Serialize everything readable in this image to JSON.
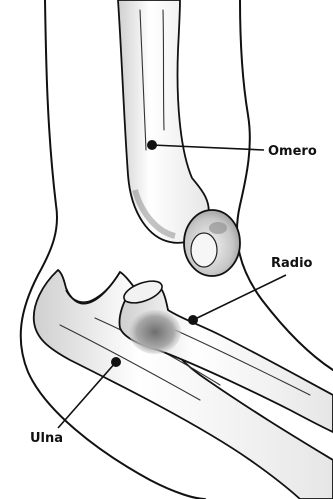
{
  "labels": {
    "omero": "Omero",
    "radio": "Radio",
    "ulna": "Ulna"
  },
  "colors": {
    "ink": "#111111",
    "bone_shade": "#bdbdbd",
    "background": "#ffffff"
  }
}
